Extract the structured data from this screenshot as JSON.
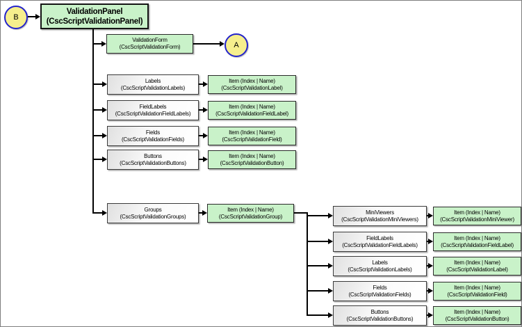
{
  "colors": {
    "node_green": "#c9f2c9",
    "node_white_gradient_start": "#e0e0e0",
    "circle_fill": "#f6ef8d",
    "circle_border": "#2323cc",
    "connector": "#000000"
  },
  "diagram": {
    "start_circle": {
      "label": "B"
    },
    "end_circle": {
      "label": "A"
    },
    "root": {
      "line1": "ValidationPanel",
      "line2": "(CscScriptValidationPanel)"
    },
    "form": {
      "line1": "ValidationForm",
      "line2": "(CscScriptValidationForm)"
    },
    "rows": [
      {
        "collection": {
          "line1": "Labels",
          "line2": "(CscScriptValidationLabels)"
        },
        "item": {
          "line1": "Item (Index | Name)",
          "line2": "(CscScriptValidationLabel)"
        }
      },
      {
        "collection": {
          "line1": "FieldLabels",
          "line2": "(CscScriptValidationFieldLabels)"
        },
        "item": {
          "line1": "Item (Index | Name)",
          "line2": "(CscScriptValidationFieldLabel)"
        }
      },
      {
        "collection": {
          "line1": "Fields",
          "line2": "(CscScriptValidationFields)"
        },
        "item": {
          "line1": "Item (Index | Name)",
          "line2": "(CscScriptValidationField)"
        }
      },
      {
        "collection": {
          "line1": "Buttons",
          "line2": "(CscScriptValidationButtons)"
        },
        "item": {
          "line1": "Item (Index | Name)",
          "line2": "(CscScriptValidationButton)"
        }
      }
    ],
    "groups": {
      "collection": {
        "line1": "Groups",
        "line2": "(CscScriptValidationGroups)"
      },
      "item": {
        "line1": "Item (Index | Name)",
        "line2": "(CscScriptValidationGroup)"
      }
    },
    "group_children": [
      {
        "collection": {
          "line1": "MiniViewers",
          "line2": "(CscScriptValidationMiniViewers)"
        },
        "item": {
          "line1": "Item (Index | Name)",
          "line2": "(CscScriptValidationMiniViewer)"
        }
      },
      {
        "collection": {
          "line1": "FieldLabels",
          "line2": "(CscScriptValidationFieldLabels)"
        },
        "item": {
          "line1": "Item (Index | Name)",
          "line2": "(CscScriptValidationFieldLabel)"
        }
      },
      {
        "collection": {
          "line1": "Labels",
          "line2": "(CscScriptValidationLabels)"
        },
        "item": {
          "line1": "Item (Index | Name)",
          "line2": "(CscScriptValidationLabel)"
        }
      },
      {
        "collection": {
          "line1": "Fields",
          "line2": "(CscScriptValidationFields)"
        },
        "item": {
          "line1": "Item (Index | Name)",
          "line2": "(CscScriptValidationField)"
        }
      },
      {
        "collection": {
          "line1": "Buttons",
          "line2": "(CscScriptValidationButtons)"
        },
        "item": {
          "line1": "Item (Index | Name)",
          "line2": "(CscScriptValidationButton)"
        }
      }
    ]
  }
}
